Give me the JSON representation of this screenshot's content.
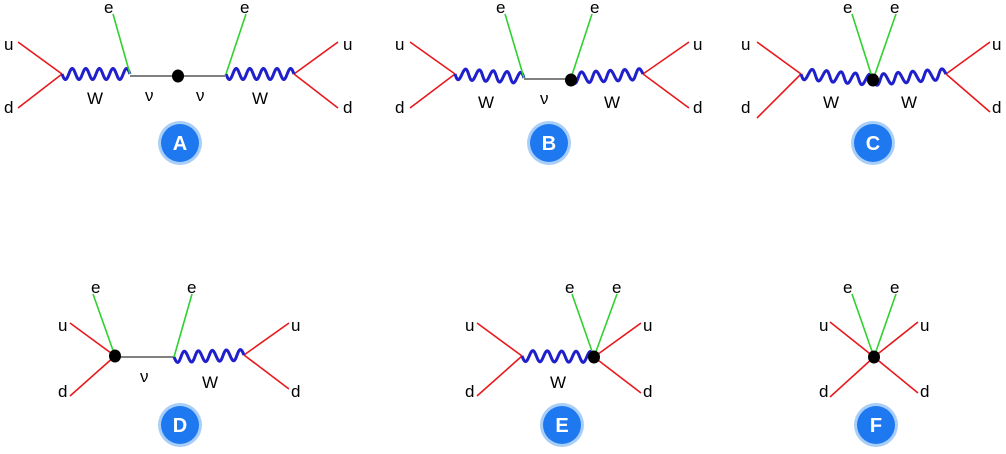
{
  "colors": {
    "quark": "#e8191c",
    "electron": "#2fd12f",
    "boson": "#1f1fcc",
    "neutrino": "#808080",
    "vertex": "#000000",
    "badge_fill": "#1e78f0",
    "badge_ring": "#a9cff8"
  },
  "particles": {
    "u": "u",
    "d": "d",
    "e": "e",
    "W": "W",
    "nu": "ν"
  },
  "diagrams": [
    {
      "id": "A"
    },
    {
      "id": "B"
    },
    {
      "id": "C"
    },
    {
      "id": "D"
    },
    {
      "id": "E"
    },
    {
      "id": "F"
    }
  ]
}
